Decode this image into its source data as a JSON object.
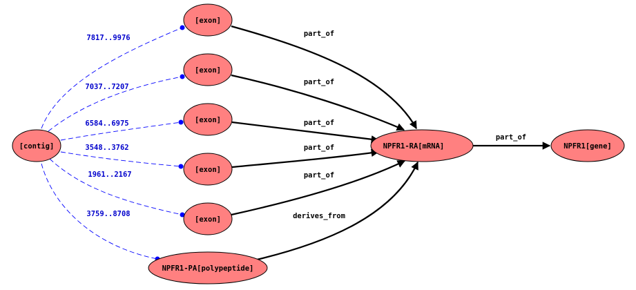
{
  "colors": {
    "node_fill": "#ff8080",
    "node_stroke": "#000000",
    "edge": "#000000",
    "location_edge": "#0000ff",
    "location_label": "#0000cc"
  },
  "nodes": {
    "contig": "[contig]",
    "exon1": "[exon]",
    "exon2": "[exon]",
    "exon3": "[exon]",
    "exon4": "[exon]",
    "exon5": "[exon]",
    "polypeptide": "NPFR1-PA[polypeptide]",
    "mrna": "NPFR1-RA[mRNA]",
    "gene": "NPFR1[gene]"
  },
  "relations": {
    "exon1_mrna": "part_of",
    "exon2_mrna": "part_of",
    "exon3_mrna": "part_of",
    "exon4_mrna": "part_of",
    "exon5_mrna": "part_of",
    "polypeptide_mrna": "derives_from",
    "mrna_gene": "part_of"
  },
  "locations": {
    "exon1": "7817..9976",
    "exon2": "7037..7207",
    "exon3": "6584..6975",
    "exon4": "3548..3762",
    "exon5": "1961..2167",
    "polypeptide": "3759..8708"
  }
}
